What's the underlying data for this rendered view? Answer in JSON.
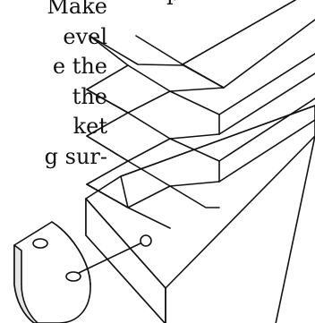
{
  "text_lines": [
    "Make",
    "evel",
    "e the",
    "the",
    "ket",
    "g sur-"
  ],
  "top_fragment": "p"
}
